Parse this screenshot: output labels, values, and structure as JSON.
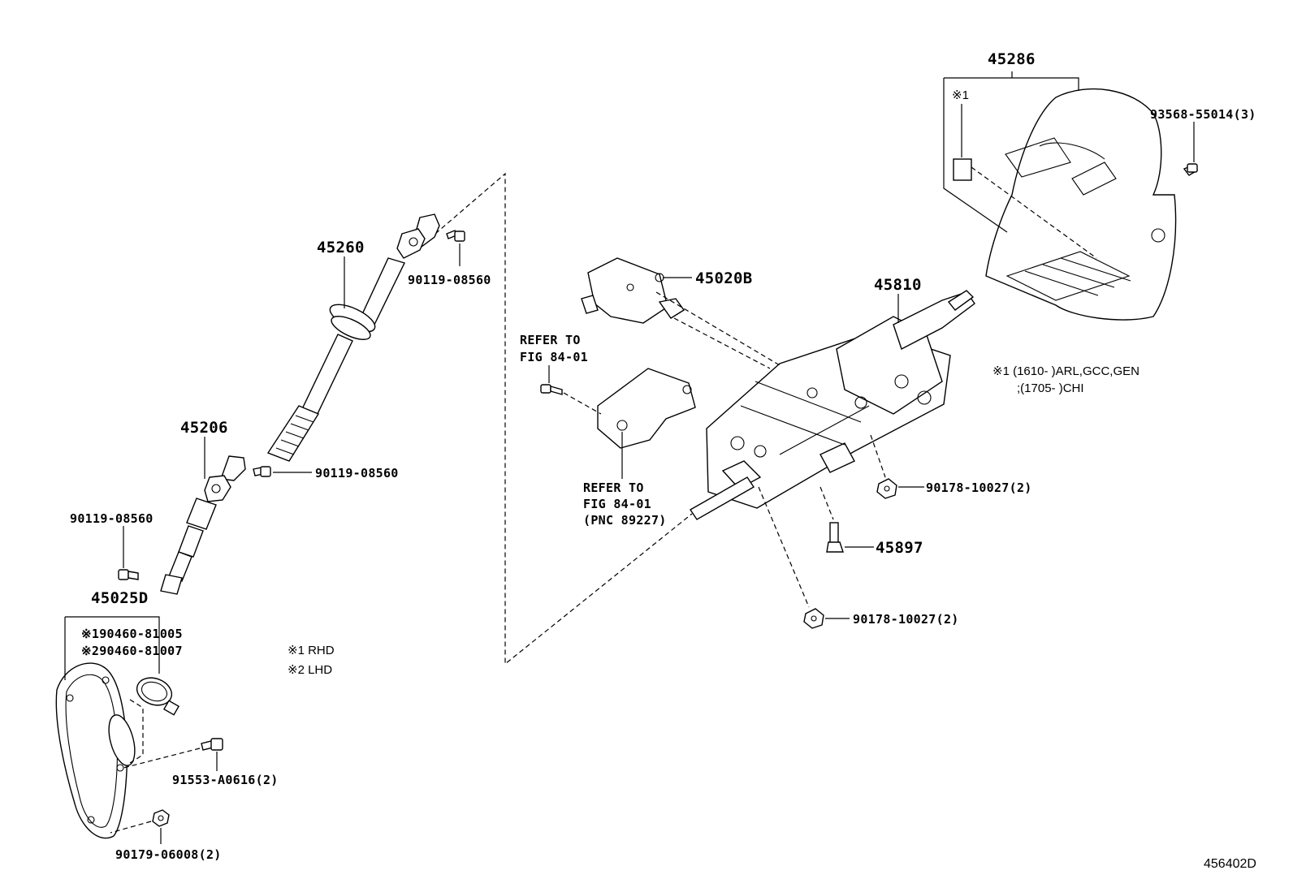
{
  "diagram": {
    "figure_code": "456402D",
    "parts": {
      "p45286": "45286",
      "p45260": "45260",
      "p45020b": "45020B",
      "p45810": "45810",
      "p45206": "45206",
      "p45897": "45897",
      "p45025d": "45025D",
      "p93568": "93568-55014(3)",
      "p90119_a": "90119-08560",
      "p90119_b": "90119-08560",
      "p90119_c": "90119-08560",
      "p90178_a": "90178-10027(2)",
      "p90178_b": "90178-10027(2)",
      "p91553": "91553-A0616(2)",
      "p90179": "90179-06008(2)",
      "p90460_1": "※190460-81005",
      "p90460_2": "※290460-81007"
    },
    "refer_1": {
      "line1": "REFER TO",
      "line2": "FIG 84-01"
    },
    "refer_2": {
      "line1": "REFER TO",
      "line2": "FIG 84-01",
      "line3": "(PNC 89227)"
    },
    "notes": {
      "mark_1": "※1",
      "rhd": "※1 RHD",
      "lhd": "※2 LHD",
      "date_line1": "※1 (1610-      )ARL,GCC,GEN",
      "date_line2": ";(1705-      )CHI"
    }
  }
}
